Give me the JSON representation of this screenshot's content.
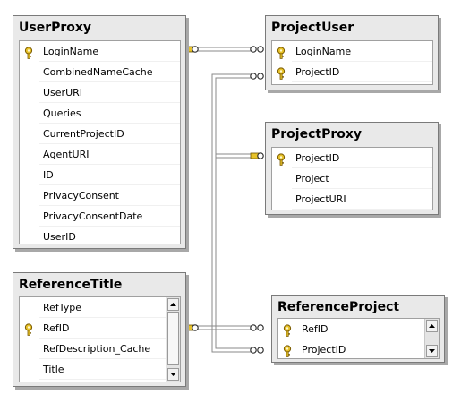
{
  "tables": {
    "user_proxy": {
      "title": "UserProxy",
      "rows": [
        {
          "label": "LoginName",
          "key": true
        },
        {
          "label": "CombinedNameCache",
          "key": false
        },
        {
          "label": "UserURI",
          "key": false
        },
        {
          "label": "Queries",
          "key": false
        },
        {
          "label": "CurrentProjectID",
          "key": false
        },
        {
          "label": "AgentURI",
          "key": false
        },
        {
          "label": "ID",
          "key": false
        },
        {
          "label": "PrivacyConsent",
          "key": false
        },
        {
          "label": "PrivacyConsentDate",
          "key": false
        },
        {
          "label": "UserID",
          "key": false
        }
      ]
    },
    "project_user": {
      "title": "ProjectUser",
      "rows": [
        {
          "label": "LoginName",
          "key": true
        },
        {
          "label": "ProjectID",
          "key": true
        }
      ]
    },
    "project_proxy": {
      "title": "ProjectProxy",
      "rows": [
        {
          "label": "ProjectID",
          "key": true
        },
        {
          "label": "Project",
          "key": false
        },
        {
          "label": "ProjectURI",
          "key": false
        }
      ]
    },
    "reference_title": {
      "title": "ReferenceTitle",
      "rows": [
        {
          "label": "RefType",
          "key": false
        },
        {
          "label": "RefID",
          "key": true
        },
        {
          "label": "RefDescription_Cache",
          "key": false
        },
        {
          "label": "Title",
          "key": false
        }
      ]
    },
    "reference_project": {
      "title": "ReferenceProject",
      "rows": [
        {
          "label": "RefID",
          "key": true
        },
        {
          "label": "ProjectID",
          "key": true
        }
      ]
    }
  },
  "relationships": [
    {
      "from": "UserProxy.LoginName",
      "to": "ProjectUser.LoginName",
      "one_end": "key",
      "many_end": "infinity"
    },
    {
      "from": "ProjectProxy.ProjectID",
      "to": "ProjectUser.ProjectID",
      "one_end": "key",
      "many_end": "infinity"
    },
    {
      "from": "ProjectProxy.ProjectID",
      "to": "ReferenceProject.ProjectID",
      "one_end": "key",
      "many_end": "infinity"
    },
    {
      "from": "ReferenceTitle.RefID",
      "to": "ReferenceProject.RefID",
      "one_end": "key",
      "many_end": "infinity"
    }
  ],
  "colors": {
    "key_gold": "#e7c229",
    "key_outline": "#7a5a00",
    "connector": "#7a7a7a"
  }
}
